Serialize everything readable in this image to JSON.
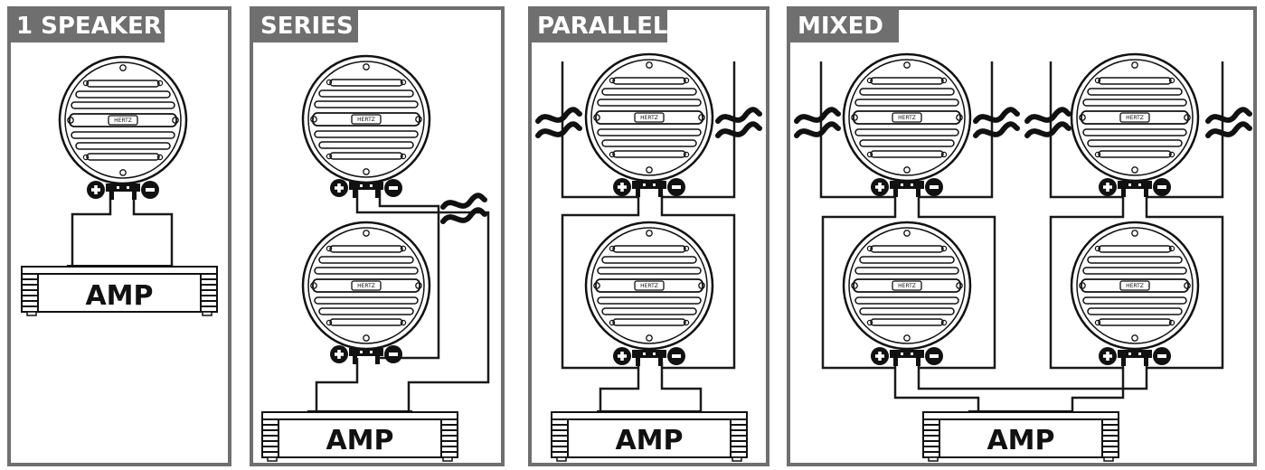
{
  "panels": [
    {
      "title": "1 SPEAKER"
    },
    {
      "title": "SERIES"
    },
    {
      "title": "PARALLEL"
    },
    {
      "title": "MIXED"
    }
  ],
  "amp_label": "AMP",
  "speaker_brand": "HERTZ",
  "colors": {
    "frame": "#6f6f6f",
    "line": "#1a1a1a"
  },
  "icons": [
    "speaker-icon",
    "plus-terminal-icon",
    "minus-terminal-icon",
    "break-symbol-icon",
    "amplifier-icon"
  ]
}
